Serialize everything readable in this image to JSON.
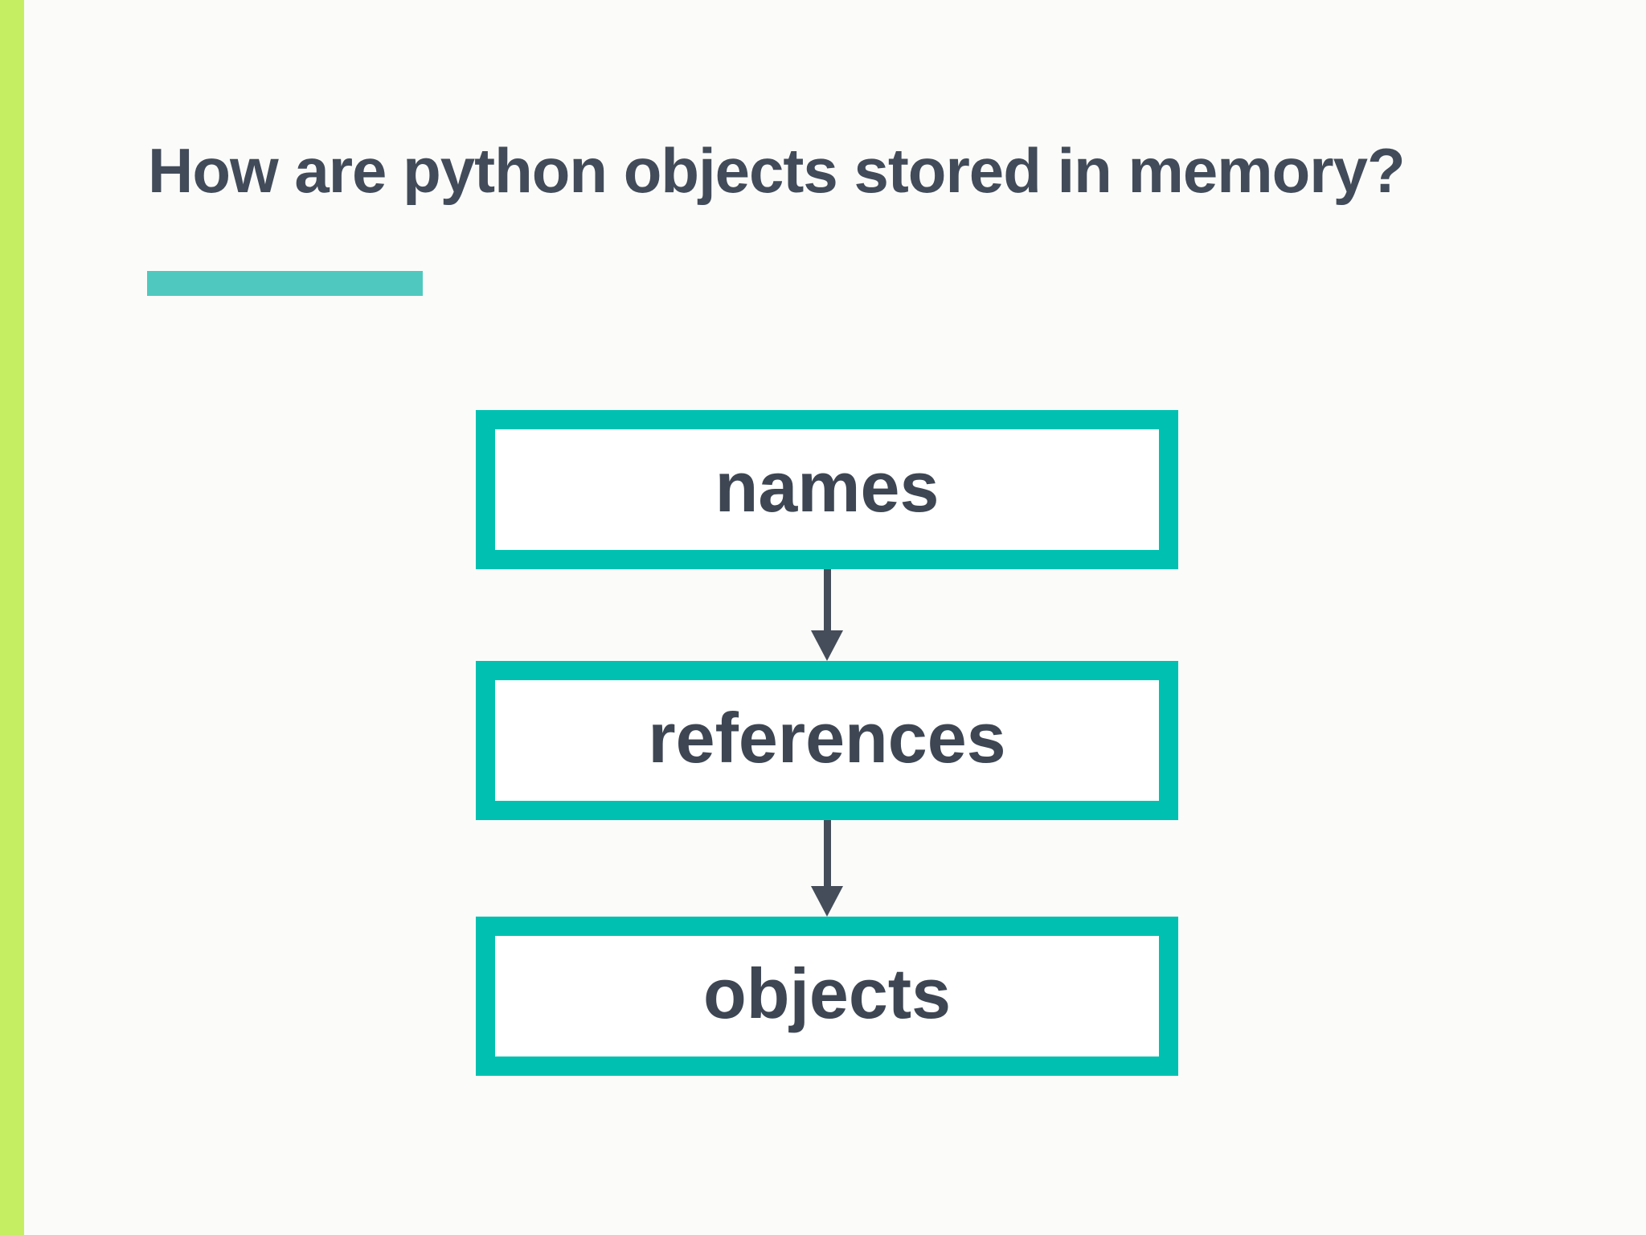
{
  "colors": {
    "background": "#fbfcfa",
    "accent-bar": "#c6ee63",
    "title": "#424b59",
    "underline": "#4fc9bf",
    "box-border": "#00c1b1",
    "box-fill": "#fefffe",
    "label": "#3e4653",
    "arrow": "#454d5a"
  },
  "title": {
    "text": "How are python objects stored in memory?"
  },
  "diagram": {
    "type": "vertical-flow",
    "nodes": [
      {
        "id": "names",
        "label": "names"
      },
      {
        "id": "references",
        "label": "references"
      },
      {
        "id": "objects",
        "label": "objects"
      }
    ],
    "edges": [
      {
        "from": "names",
        "to": "references",
        "direction": "down"
      },
      {
        "from": "references",
        "to": "objects",
        "direction": "down"
      }
    ]
  }
}
